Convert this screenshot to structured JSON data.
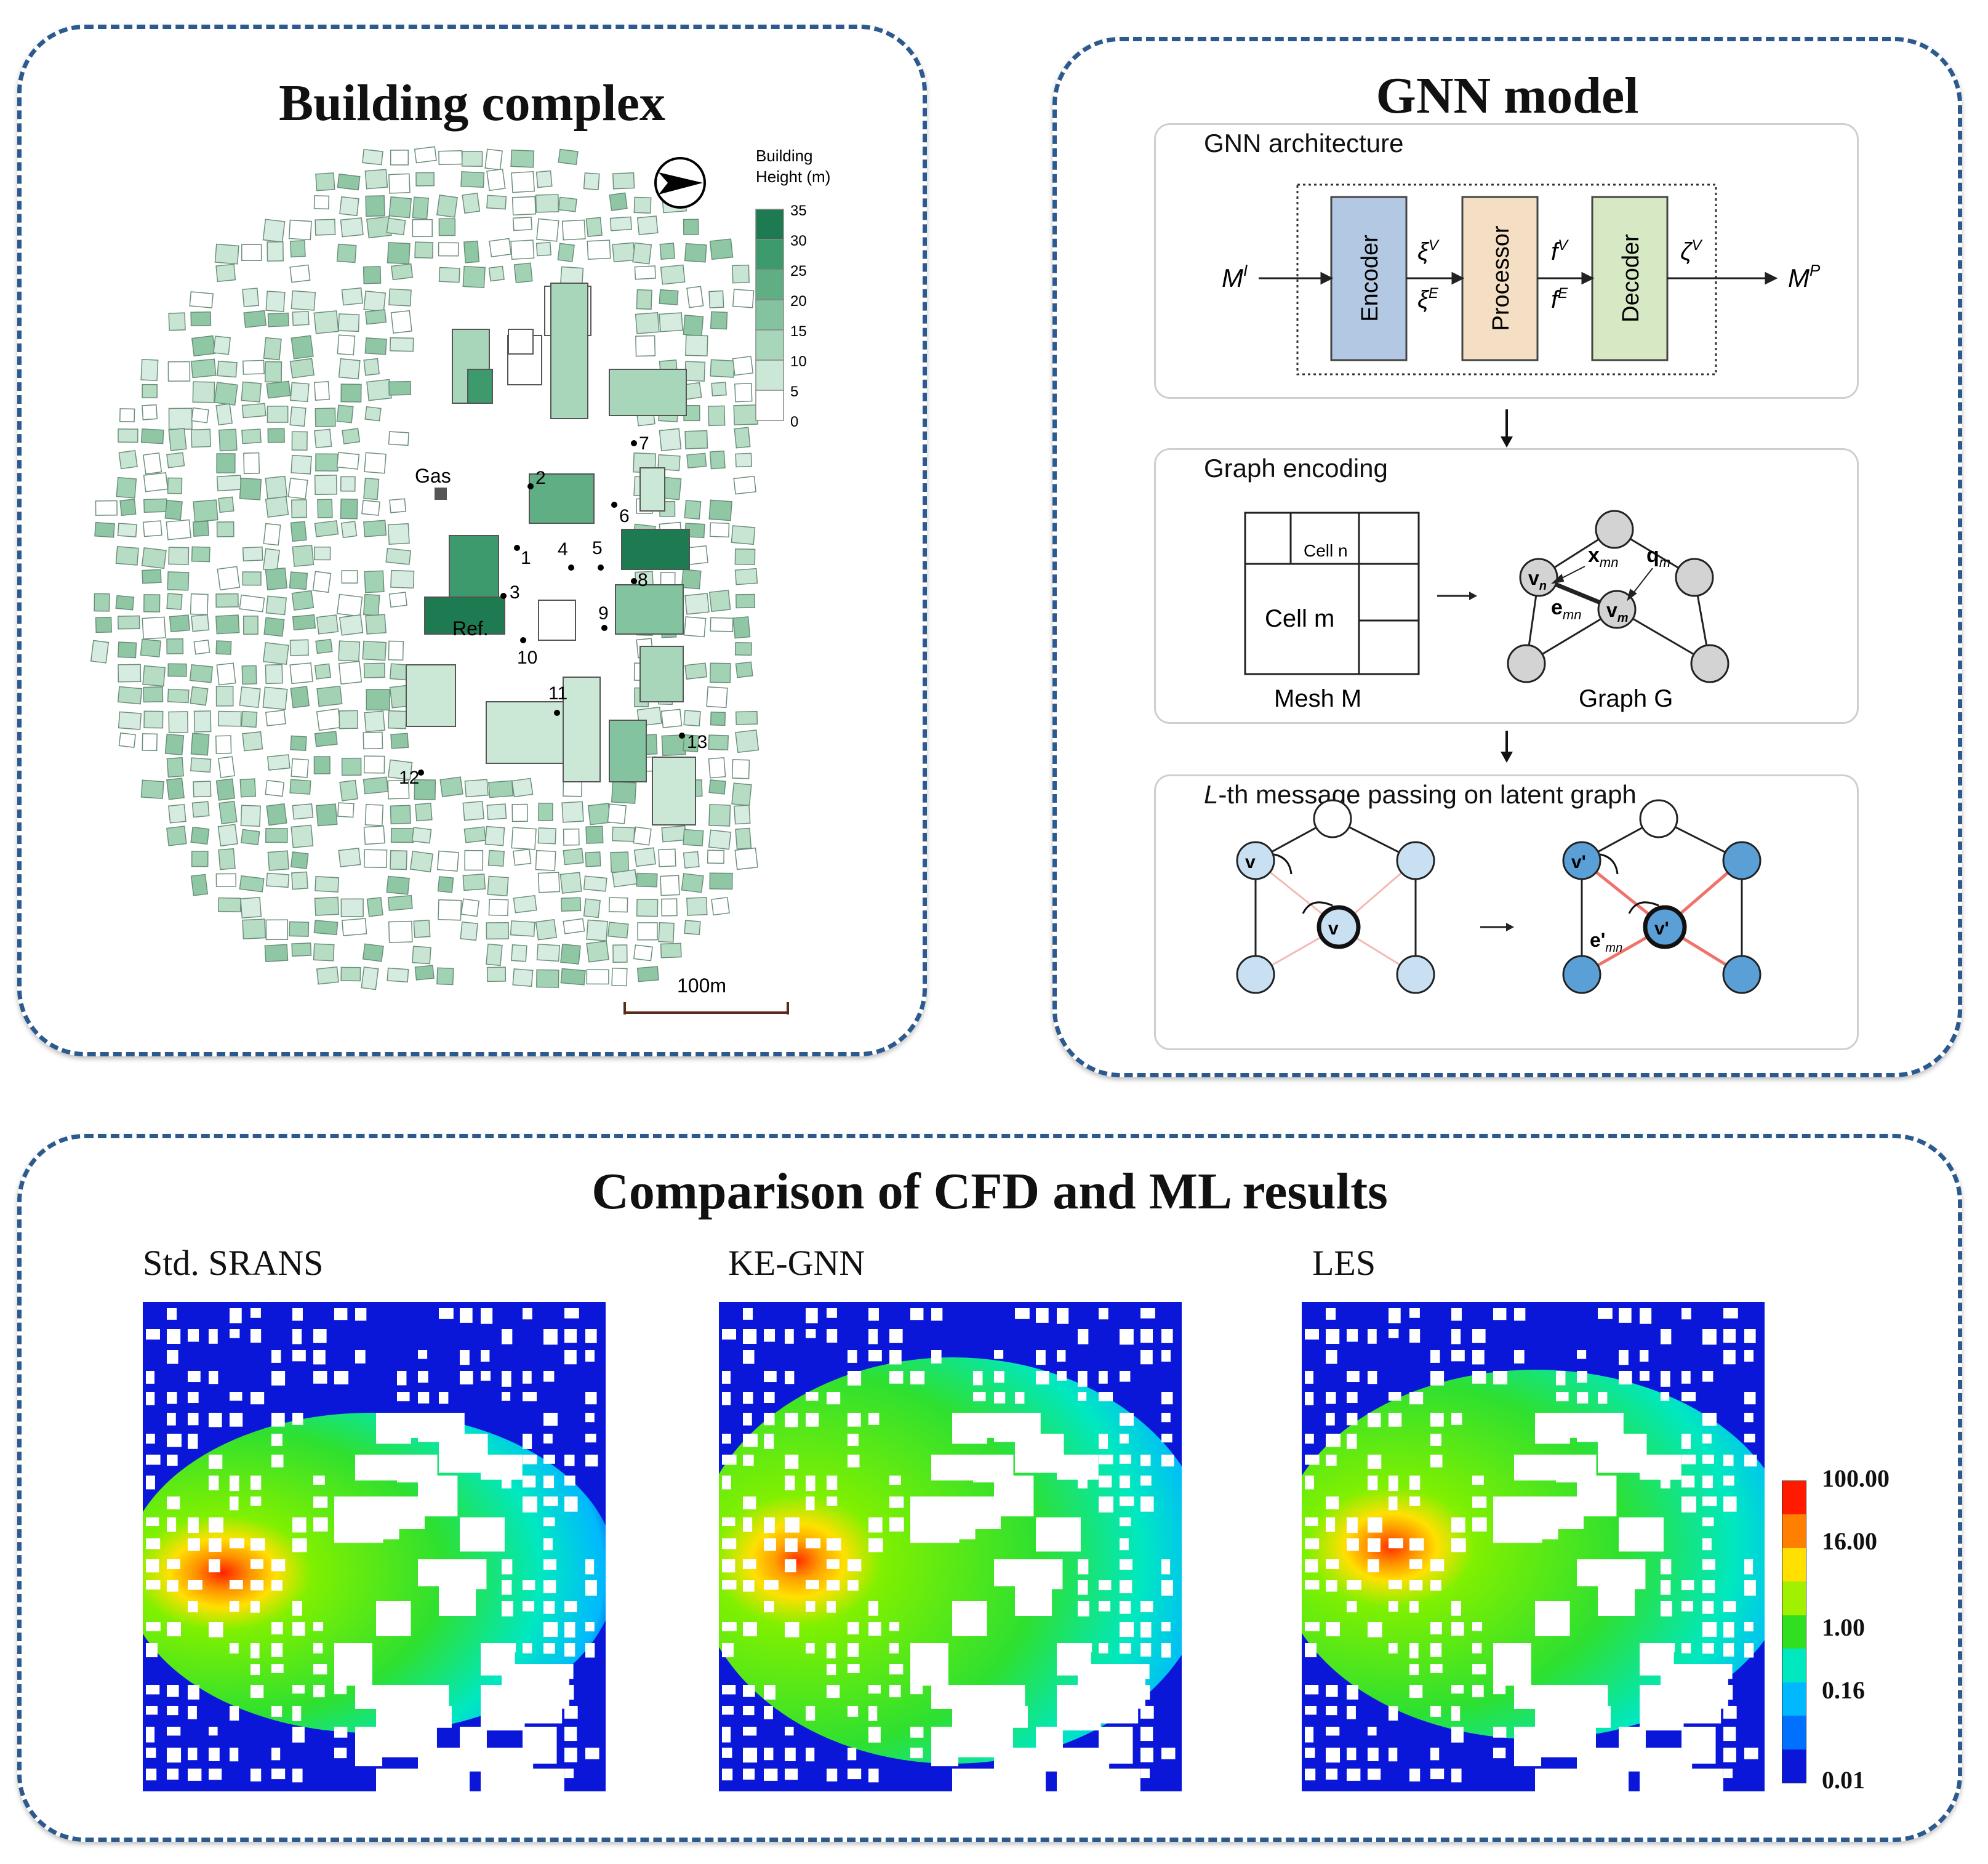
{
  "building_panel": {
    "title": "Building complex",
    "legend_title_1": "Building",
    "legend_title_2": "Height (m)",
    "legend_ticks": [
      "35",
      "30",
      "25",
      "20",
      "15",
      "10",
      "5",
      "0"
    ],
    "legend_colors": [
      "#1e7a50",
      "#3d9a6c",
      "#5fae84",
      "#84c39f",
      "#a8d6bb",
      "#cbe7d5",
      "#ffffff"
    ],
    "labels": {
      "gas": "Gas",
      "ref": "Ref."
    },
    "points": [
      "1",
      "2",
      "3",
      "4",
      "5",
      "6",
      "7",
      "8",
      "9",
      "10",
      "11",
      "12",
      "13"
    ],
    "scale_label": "100m"
  },
  "gnn_panel": {
    "title": "GNN model",
    "architecture": {
      "title": "GNN architecture",
      "input": "M",
      "input_sup": "I",
      "encoder": "Encoder",
      "processor": "Processor",
      "decoder": "Decoder",
      "enc_out_v": "ξ",
      "enc_out_v_sup": "V",
      "enc_out_e": "ξ",
      "enc_out_e_sup": "E",
      "proc_out_v": "f",
      "proc_out_v_sup": "V",
      "proc_out_e": "f",
      "proc_out_e_sup": "E",
      "dec_out": "ζ",
      "dec_out_sup": "V",
      "output": "M",
      "output_sup": "P"
    },
    "encoding": {
      "title": "Graph encoding",
      "cell_n": "Cell n",
      "cell_m": "Cell m",
      "mesh_label": "Mesh M",
      "graph_label": "Graph G",
      "v_n": "v",
      "v_n_sub": "n",
      "v_m": "v",
      "v_m_sub": "m",
      "x_mn": "x",
      "x_mn_sub": "mn",
      "q_m": "q",
      "q_m_sub": "m",
      "e_mn": "e",
      "e_mn_sub": "mn"
    },
    "message": {
      "title_italic": "L",
      "title_rest": "-th message passing on latent graph",
      "e_label": "e'",
      "e_label_sub": "mn"
    }
  },
  "comparison_panel": {
    "title": "Comparison of CFD and ML results",
    "maps": [
      {
        "label": "Std. SRANS"
      },
      {
        "label": "KE-GNN"
      },
      {
        "label": "LES"
      }
    ],
    "colorbar_ticks": [
      "100.00",
      "16.00",
      "1.00",
      "0.16",
      "0.01"
    ],
    "colorbar_colors": [
      "#ff1a00",
      "#ff8000",
      "#ffe000",
      "#a0f000",
      "#30e020",
      "#00e8c0",
      "#00b8ff",
      "#0070ff",
      "#0a17d8"
    ]
  }
}
